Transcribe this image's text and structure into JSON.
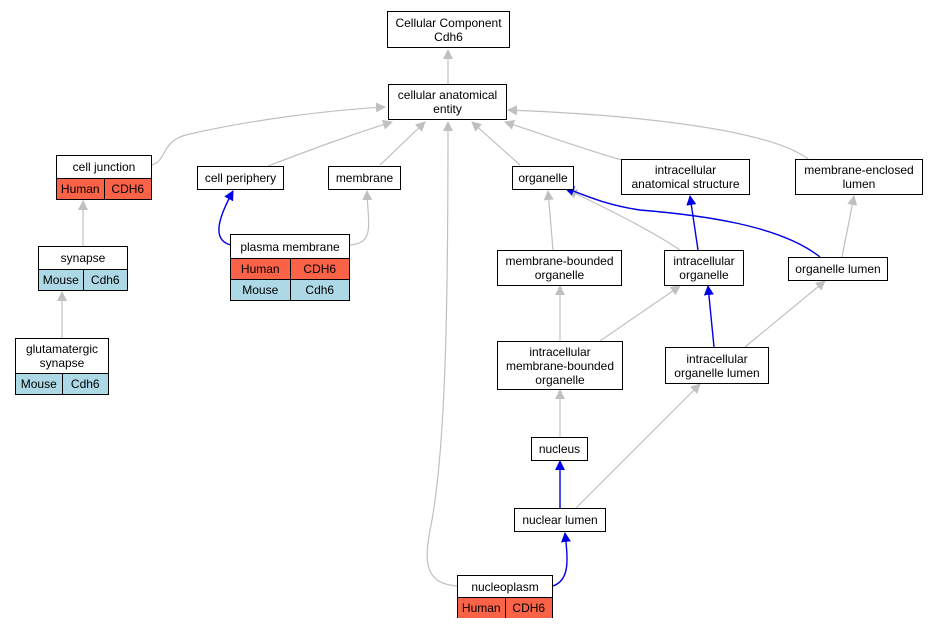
{
  "colors": {
    "human": "#fa6348",
    "mouse": "#add8e6",
    "is_a_edge": "#c0c0c0",
    "part_of_edge": "#0000e6"
  },
  "nodes": {
    "root": {
      "title": "Cellular Component\nCdh6"
    },
    "cae": {
      "title": "cellular anatomical\nentity"
    },
    "cell_junction": {
      "title": "cell junction",
      "rows": [
        [
          "Human",
          "CDH6"
        ]
      ]
    },
    "cell_periphery": {
      "title": "cell periphery"
    },
    "membrane": {
      "title": "membrane"
    },
    "organelle": {
      "title": "organelle"
    },
    "ias": {
      "title": "intracellular\nanatomical structure"
    },
    "mel": {
      "title": "membrane-enclosed\nlumen"
    },
    "synapse": {
      "title": "synapse",
      "rows": [
        [
          "Mouse",
          "Cdh6"
        ]
      ]
    },
    "plasma_membrane": {
      "title": "plasma membrane",
      "rows": [
        [
          "Human",
          "CDH6"
        ],
        [
          "Mouse",
          "Cdh6"
        ]
      ]
    },
    "mbo": {
      "title": "membrane-bounded\norganelle"
    },
    "io": {
      "title": "intracellular\norganelle"
    },
    "ol": {
      "title": "organelle lumen"
    },
    "glut": {
      "title": "glutamatergic\nsynapse",
      "rows": [
        [
          "Mouse",
          "Cdh6"
        ]
      ]
    },
    "imbo": {
      "title": "intracellular\nmembrane-bounded\norganelle"
    },
    "iol": {
      "title": "intracellular\norganelle lumen"
    },
    "nucleus": {
      "title": "nucleus"
    },
    "nl": {
      "title": "nuclear lumen"
    },
    "np": {
      "title": "nucleoplasm",
      "rows": [
        [
          "Human",
          "CDH6"
        ]
      ]
    }
  }
}
